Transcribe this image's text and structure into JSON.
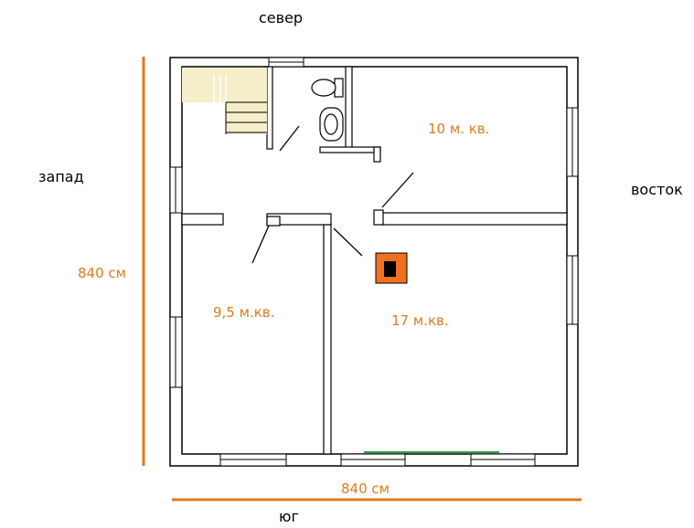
{
  "directions": {
    "north": "север",
    "south": "юг",
    "west": "запад",
    "east": "восток"
  },
  "dimensions": {
    "width": "840 см",
    "height": "840 см"
  },
  "rooms": {
    "northeast": "10 м. кв.",
    "southwest": "9,5 м.кв.",
    "southeast": "17 м.кв."
  },
  "colors": {
    "wall": "#000000",
    "dimension": "#e07a1f",
    "label": "#e07a1f",
    "stairs": "#f5eec8",
    "stove_outer": "#f07020",
    "stove_inner": "#000000",
    "window_green": "#2e9e3e"
  },
  "symbols": {
    "stairs": "stairs-icon",
    "toilet": "toilet-icon",
    "sink": "sink-icon",
    "stove": "stove-icon"
  }
}
